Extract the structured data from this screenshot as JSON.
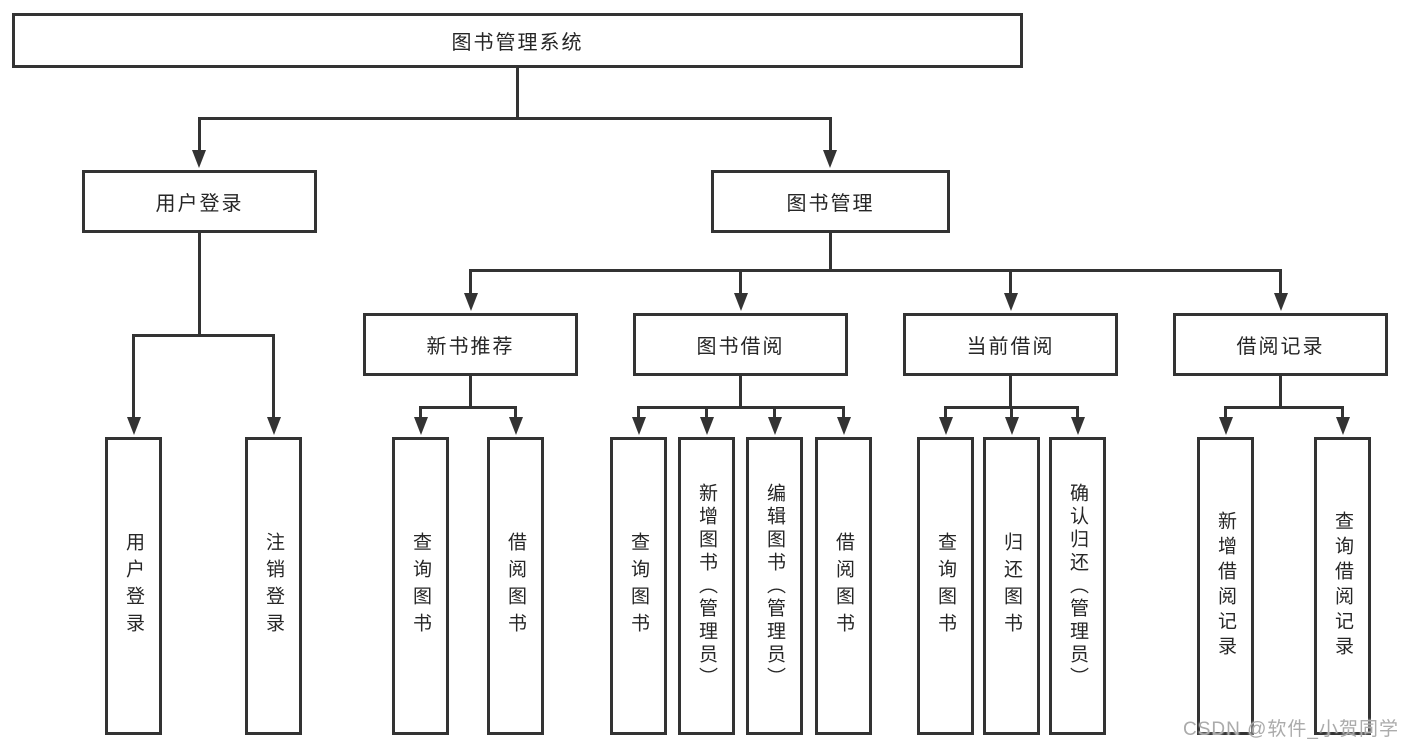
{
  "tree": {
    "root_label": "图书管理系统",
    "user_login": {
      "label": "用户登录",
      "children": [
        "用户登录",
        "注销登录"
      ]
    },
    "book_mgmt": {
      "label": "图书管理",
      "groups": [
        {
          "label": "新书推荐",
          "children": [
            "查询图书",
            "借阅图书"
          ]
        },
        {
          "label": "图书借阅",
          "children": [
            "查询图书",
            "新增图书（管理员）",
            "编辑图书（管理员）",
            "借阅图书"
          ]
        },
        {
          "label": "当前借阅",
          "children": [
            "查询图书",
            "归还图书",
            "确认归还（管理员）"
          ]
        },
        {
          "label": "借阅记录",
          "children": [
            "新增借阅记录",
            "查询借阅记录"
          ]
        }
      ]
    }
  },
  "watermark": {
    "text": "CSDN @软件_小贺同学",
    "color": "#ababab"
  },
  "colors": {
    "line": "#333333",
    "box_border": "#333333",
    "box_bg": "#ffffff",
    "text": "#262626"
  }
}
